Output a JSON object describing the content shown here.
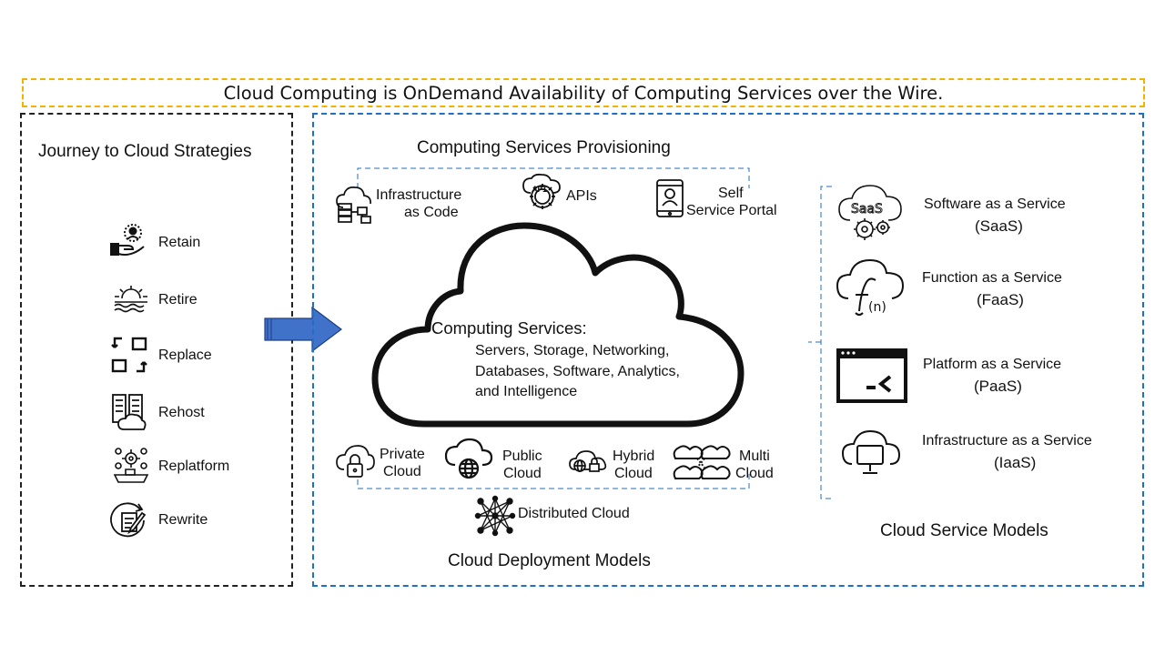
{
  "banner": {
    "text": "Cloud Computing is OnDemand Availability of Computing Services over the Wire."
  },
  "journey": {
    "title": "Journey to Cloud Strategies",
    "items": [
      {
        "label": "Retain",
        "icon": "hand-person-icon"
      },
      {
        "label": "Retire",
        "icon": "sunset-icon"
      },
      {
        "label": "Replace",
        "icon": "replace-arrows-icon"
      },
      {
        "label": "Rehost",
        "icon": "rehost-servers-icon"
      },
      {
        "label": "Replatform",
        "icon": "replatform-gears-icon"
      },
      {
        "label": "Rewrite",
        "icon": "rewrite-pen-icon"
      }
    ]
  },
  "provisioning": {
    "title": "Computing Services Provisioning",
    "items": [
      {
        "label_line1": "Infrastructure",
        "label_line2": "as Code",
        "icon": "cloud-database-icon"
      },
      {
        "label_line1": "APIs",
        "label_line2": "",
        "icon": "api-gear-icon"
      },
      {
        "label_line1": "Self",
        "label_line2": "Service Portal",
        "icon": "mobile-portal-icon"
      }
    ]
  },
  "core": {
    "heading": "Computing Services:",
    "lines": [
      "Servers, Storage, Networking,",
      "Databases, Software, Analytics,",
      "and Intelligence"
    ]
  },
  "deployment": {
    "title": "Cloud Deployment Models",
    "items": [
      {
        "label_line1": "Private",
        "label_line2": "Cloud",
        "icon": "private-cloud-lock-icon"
      },
      {
        "label_line1": "Public",
        "label_line2": "Cloud",
        "icon": "public-cloud-globe-icon"
      },
      {
        "label_line1": "Hybrid",
        "label_line2": "Cloud",
        "icon": "hybrid-cloud-icon"
      },
      {
        "label_line1": "Multi",
        "label_line2": "Cloud",
        "icon": "multi-cloud-icon"
      }
    ],
    "distributed": {
      "label": "Distributed Cloud",
      "icon": "distributed-network-icon"
    }
  },
  "service_models": {
    "title": "Cloud Service Models",
    "items": [
      {
        "label_line1": "Software as a Service",
        "label_line2": "(SaaS)",
        "icon": "saas-cloud-gear-icon",
        "icon_text": "SaaS"
      },
      {
        "label_line1": "Function as a Service",
        "label_line2": "(FaaS)",
        "icon": "function-cloud-icon",
        "icon_text": "f(n)"
      },
      {
        "label_line1": "Platform as a Service",
        "label_line2": "(PaaS)",
        "icon": "terminal-window-icon",
        "icon_text": "_<"
      },
      {
        "label_line1": "Infrastructure as a Service",
        "label_line2": "(IaaS)",
        "icon": "cloud-monitor-icon"
      }
    ]
  },
  "colors": {
    "banner_border": "#f0b400",
    "main_border": "#1f6fc4",
    "left_border": "#222222",
    "arrow": "#3f72c8"
  }
}
